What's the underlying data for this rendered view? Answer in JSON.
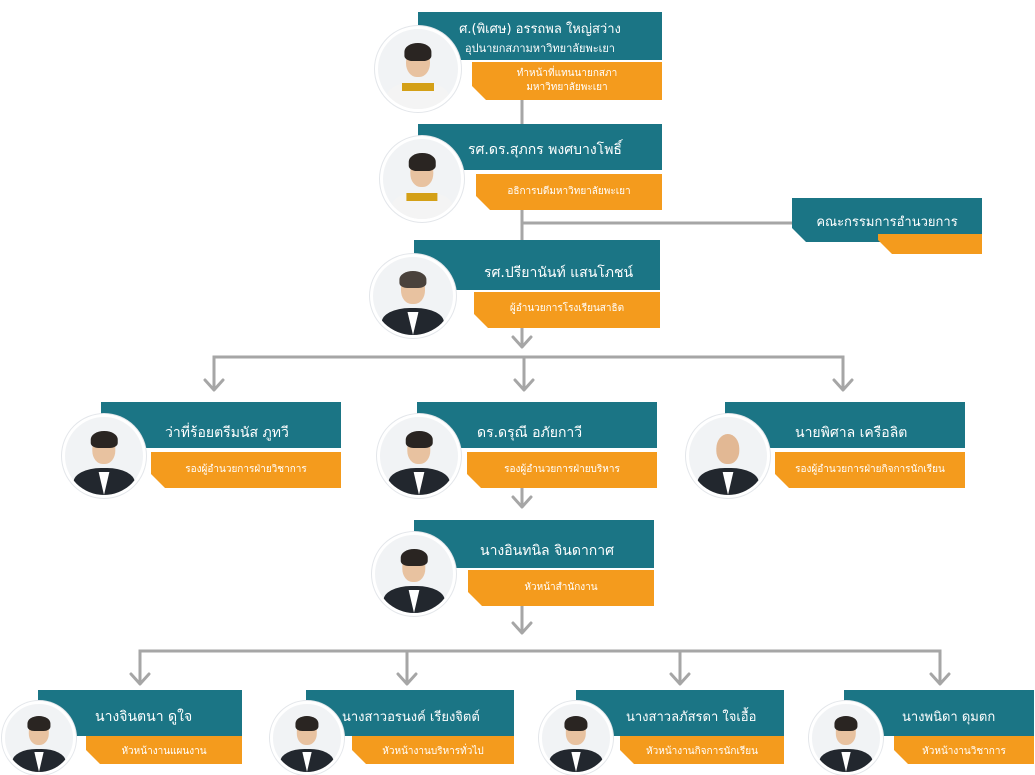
{
  "nodes": {
    "president": {
      "name": "ศ.(พิเศษ) อรรถพล ใหญ่สว่าง",
      "subname": "อุปนายกสภามหาวิทยาลัยพะเยา",
      "title": "ทำหน้าที่แทนนายกสภา\nมหาวิทยาลัยพะเยา"
    },
    "rector": {
      "name": "รศ.ดร.สุภกร พงศบางโพธิ์",
      "title": "อธิการบดีมหาวิทยาลัยพะเยา"
    },
    "committee": {
      "name": "คณะกรรมการอำนวยการ"
    },
    "director": {
      "name": "รศ.ปรียานันท์ แสนโภชน์",
      "title": "ผู้อำนวยการโรงเรียนสาธิต"
    },
    "vp_academic": {
      "name": "ว่าที่ร้อยตรีมนัส ภูทวี",
      "title": "รองผู้อำนวยการฝ่ายวิชาการ"
    },
    "vp_admin": {
      "name": "ดร.ดรุณี อภัยกาวี",
      "title": "รองผู้อำนวยการฝ่ายบริหาร"
    },
    "vp_student": {
      "name": "นายพิศาล เครือลิต",
      "title": "รองผู้อำนวยการฝ่ายกิจการนักเรียน"
    },
    "office_head": {
      "name": "นางอินทนิล จินดากาศ",
      "title": "หัวหน้าสำนักงาน"
    },
    "plan_head": {
      "name": "นางจินตนา ดูใจ",
      "title": "หัวหน้างานแผนงาน"
    },
    "general_head": {
      "name": "นางสาวอรนงค์ เรียงจิตต์",
      "title": "หัวหน้างานบริหารทั่วไป"
    },
    "student_head": {
      "name": "นางสาวลภัสรดา ใจเอื้อ",
      "title": "หัวหน้างานกิจการนักเรียน"
    },
    "academic_head": {
      "name": "นางพนิดา ดุมตก",
      "title": "หัวหน้างานวิชาการ"
    }
  },
  "colors": {
    "teal": "#1b7585",
    "orange": "#f49b1d",
    "connector": "#a6a6a6"
  }
}
